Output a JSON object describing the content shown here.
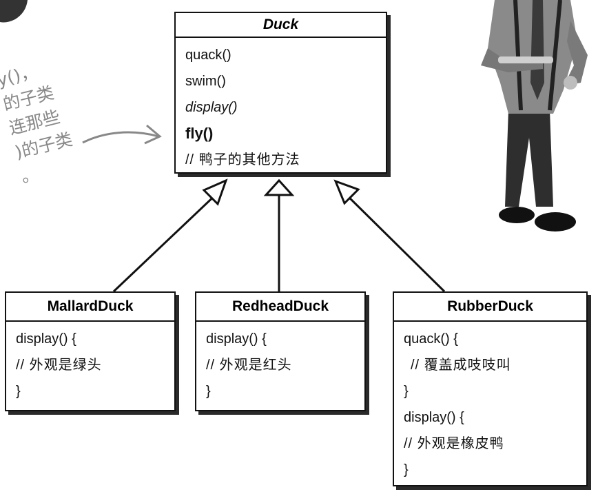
{
  "superclass": {
    "name": "Duck",
    "methods": [
      {
        "text": "quack()",
        "style": "normal"
      },
      {
        "text": "swim()",
        "style": "normal"
      },
      {
        "text": "display()",
        "style": "italic"
      },
      {
        "text": "fly()",
        "style": "bold"
      },
      {
        "text": "// 鸭子的其他方法",
        "style": "comment"
      }
    ]
  },
  "subclasses": [
    {
      "name": "MallardDuck",
      "lines": [
        "display() {",
        "// 外观是绿头",
        "}"
      ]
    },
    {
      "name": "RedheadDuck",
      "lines": [
        "display() {",
        "// 外观是红头",
        "}"
      ]
    },
    {
      "name": "RubberDuck",
      "lines": [
        "quack() {",
        " // 覆盖成吱吱叫",
        "}",
        "display() {",
        "// 外观是橡皮鸭",
        "}"
      ]
    }
  ],
  "handwritten_note": {
    "lines": [
      "y()，",
      "的子类",
      "连那些",
      ")的子类",
      "。"
    ]
  }
}
